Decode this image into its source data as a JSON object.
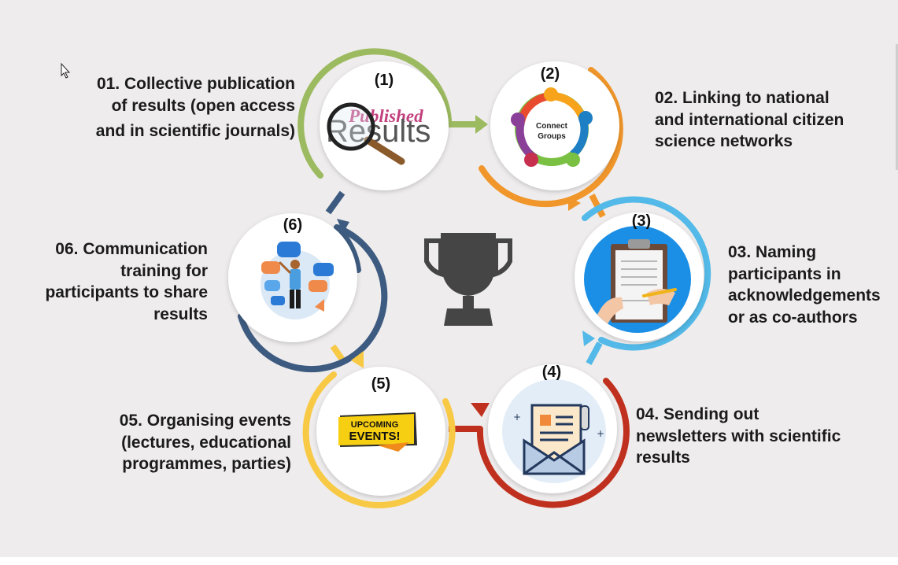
{
  "steps": [
    {
      "number": "(1)",
      "lines": [
        "01. Collective publication",
        "of results (open access",
        "and in scientific journals)"
      ],
      "ring_color": "#9cba5f",
      "icon": "published-results-magnifier",
      "icon_text": {
        "top": "Published",
        "bottom": "Results"
      }
    },
    {
      "number": "(2)",
      "lines": [
        "02. Linking to national",
        "and international citizen",
        "science networks"
      ],
      "ring_color": "#f0962a",
      "icon": "connect-groups",
      "icon_text": {
        "top": "Connect",
        "bottom": "Groups"
      }
    },
    {
      "number": "(3)",
      "lines": [
        "03. Naming",
        "participants in",
        "acknowledgements",
        "or as co-authors"
      ],
      "ring_color": "#52b9e8",
      "icon": "clipboard-signing"
    },
    {
      "number": "(4)",
      "lines": [
        "04. Sending out",
        "newsletters with scientific",
        "results"
      ],
      "ring_color": "#c0301e",
      "icon": "newsletter-envelope"
    },
    {
      "number": "(5)",
      "lines": [
        "05. Organising events",
        "(lectures, educational",
        "programmes, parties)"
      ],
      "ring_color": "#f8c945",
      "icon": "upcoming-events-sign",
      "icon_text": {
        "top": "UPCOMING",
        "bottom": "EVENTS!"
      }
    },
    {
      "number": "(6)",
      "lines": [
        "06. Communication",
        "training for",
        "participants to share",
        "results"
      ],
      "ring_color": "#3d5b80",
      "icon": "person-speech-bubbles"
    }
  ],
  "center_icon": "trophy-icon",
  "colors": {
    "background": "#eeecec",
    "trophy": "#454545",
    "text": "#1b1b1b"
  }
}
